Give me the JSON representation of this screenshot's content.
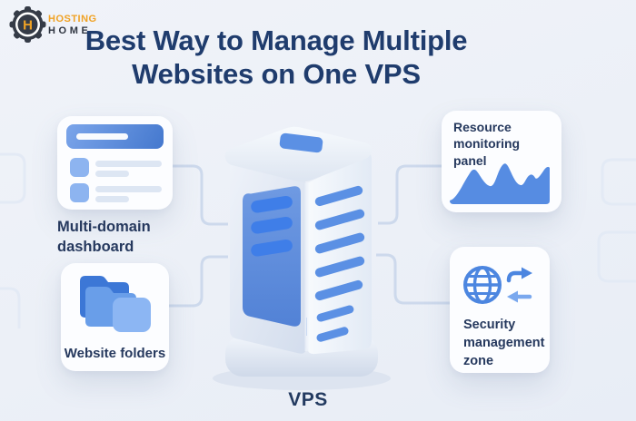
{
  "brand": {
    "monogram": "H",
    "name_top": "HOSTING",
    "name_bottom": "HOME"
  },
  "title": {
    "text": "Best Way to Manage Multiple\nWebsites on One VPS"
  },
  "cards": {
    "dashboard": {
      "label": "Multi-domain\ndashboard",
      "icon": "dashboard-mockup"
    },
    "monitoring": {
      "label": "Resource\nmonitoring panel",
      "icon": "area-chart"
    },
    "folders": {
      "label": "Website folders",
      "icon": "stacked-folders"
    },
    "security": {
      "label": "Security\nmanagement\nzone",
      "icon": "globe-transfer-arrows"
    }
  },
  "server": {
    "label": "VPS"
  },
  "colors": {
    "accent_blue": "#4c86e0",
    "panel_blue": "#5e8cdc",
    "title_navy": "#1f3c6d",
    "brand_orange": "#f0a225",
    "background": "#edf1f7",
    "connector": "#cdd9ec"
  }
}
